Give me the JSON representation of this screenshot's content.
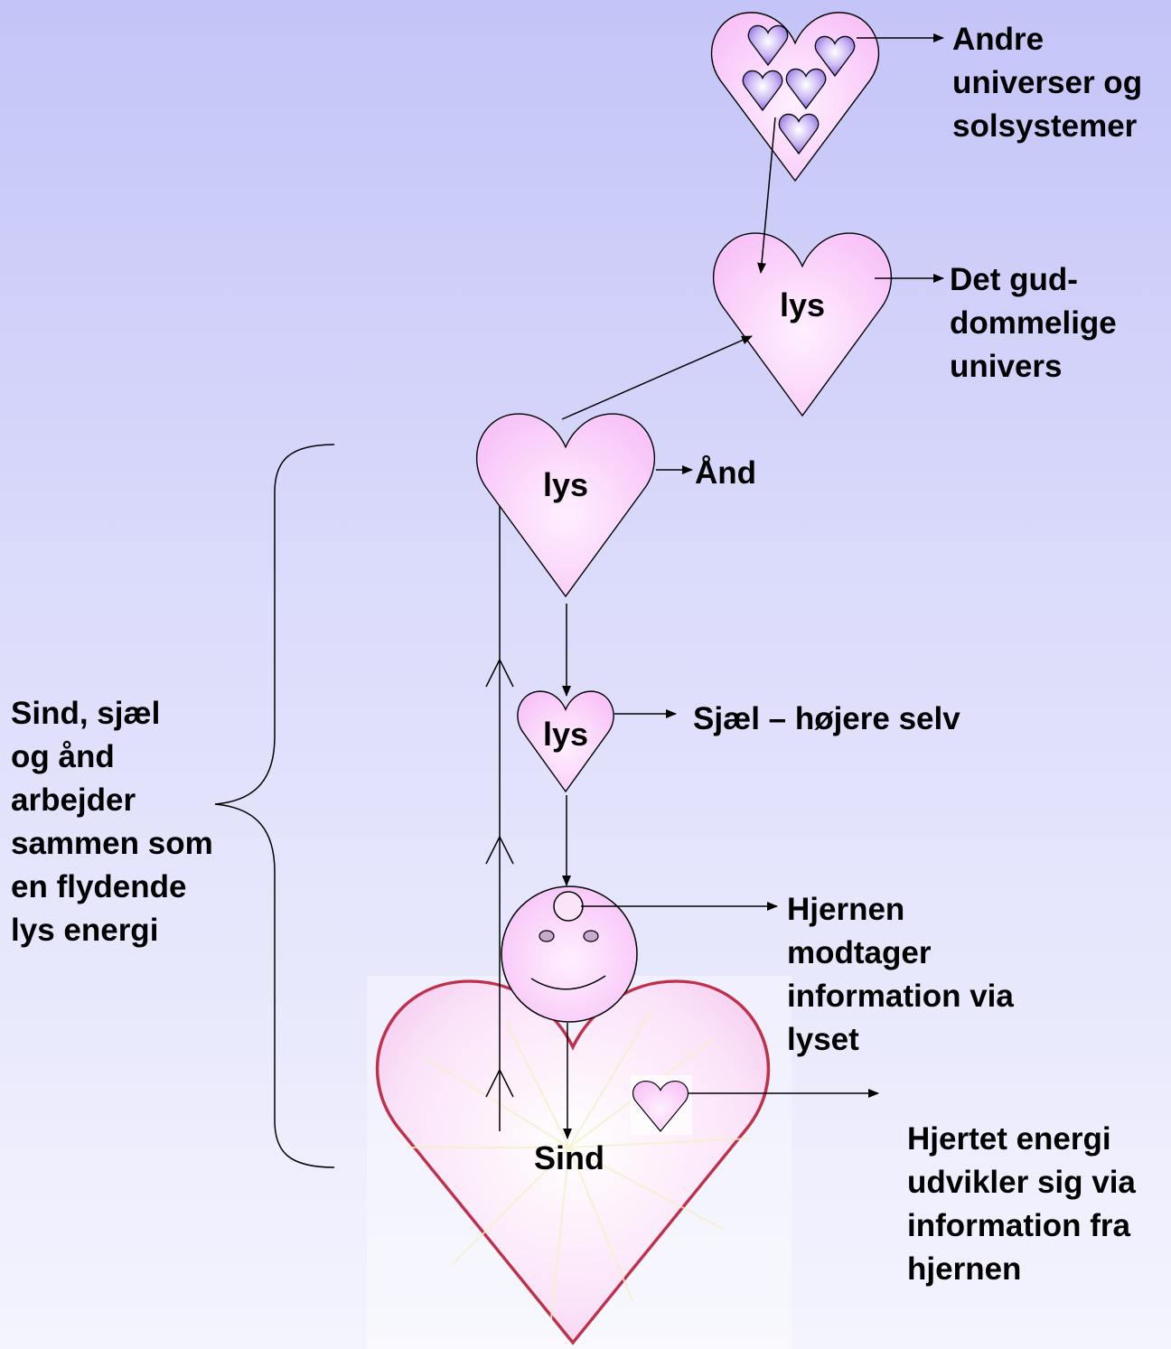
{
  "colors": {
    "heart_fill_light": "#fff0ff",
    "heart_fill_pink": "#f8c4f8",
    "small_heart_purple": "#9b7fe6",
    "big_heart_border": "#c0304a",
    "line": "#000000"
  },
  "hearts": {
    "top_cluster": {
      "icon": "heart-cluster-icon"
    },
    "divine": {
      "label": "lys"
    },
    "spirit": {
      "label": "lys"
    },
    "soul": {
      "label": "lys"
    },
    "mind": {
      "label": "Sind"
    }
  },
  "labels": {
    "other_universes": "Andre\nuniverser og\nsolsystemer",
    "divine_universe": "Det gud-\ndommelige\nunivers",
    "spirit": "Ånd",
    "soul": "Sjæl – højere selv",
    "brain": "Hjernen\nmodtager\ninformation via\nlyset",
    "heart_energy": "Hjertet energi\nudvikler sig via\ninformation fra\nhjernen",
    "brace_text": "Sind, sjæl\nog ånd\narbejder\nsammen som\nen flydende\nlys energi"
  }
}
